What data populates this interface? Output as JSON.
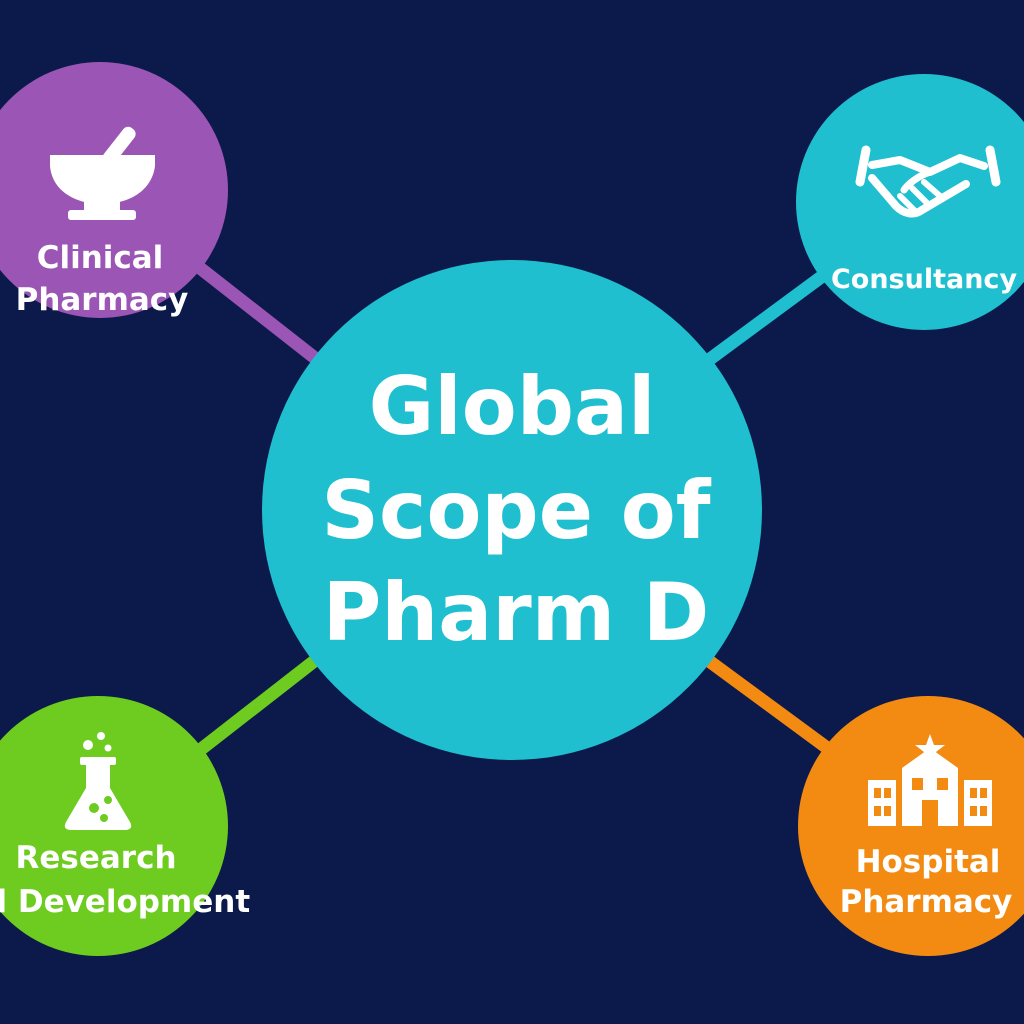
{
  "diagram": {
    "center": {
      "lines": [
        "Global",
        "Scope of",
        "Pharm D"
      ],
      "color": "#1fbfd0"
    },
    "branches": [
      {
        "id": "clinical",
        "lines": [
          "Clinical",
          "Pharmacy"
        ],
        "color": "#9b55b5",
        "icon": "mortar-pestle-icon"
      },
      {
        "id": "consultancy",
        "lines": [
          "Consultancy"
        ],
        "color": "#1fbfd0",
        "icon": "handshake-icon"
      },
      {
        "id": "research",
        "lines": [
          "Research",
          "and Development"
        ],
        "color": "#6ecb1f",
        "icon": "flask-icon"
      },
      {
        "id": "hospital",
        "lines": [
          "Hospital",
          "Pharmacy"
        ],
        "color": "#f38a12",
        "icon": "hospital-icon"
      }
    ],
    "background": "#0b1a4a"
  }
}
